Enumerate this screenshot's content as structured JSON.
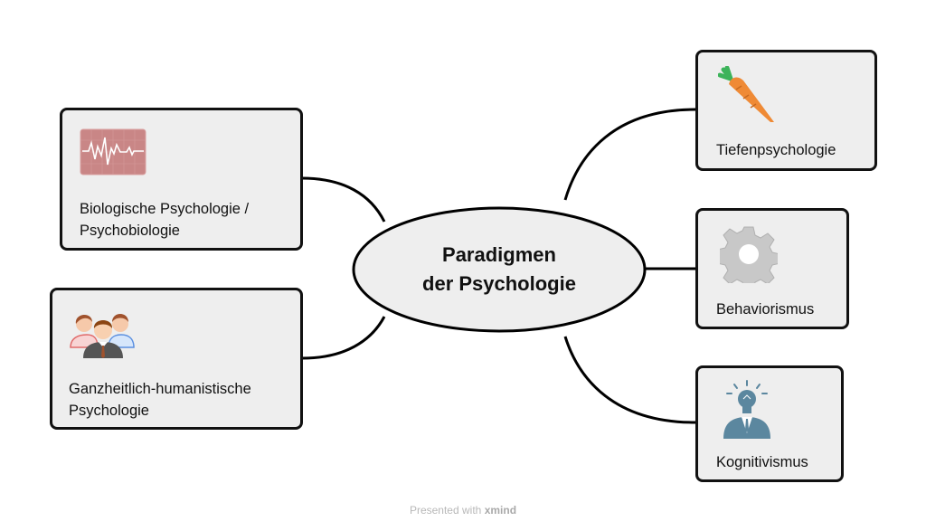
{
  "central_topic": {
    "line1": "Paradigmen",
    "line2": "der Psychologie"
  },
  "topics": [
    {
      "id": "biologische",
      "line1": "Biologische Psychologie /",
      "line2": "Psychobiologie",
      "icon": "heartbeat-monitor-icon"
    },
    {
      "id": "ganzheitlich",
      "line1": "Ganzheitlich-humanistische",
      "line2": "Psychologie",
      "icon": "people-group-icon"
    },
    {
      "id": "tiefen",
      "line1": "Tiefenpsychologie",
      "icon": "carrot-icon"
    },
    {
      "id": "behaviorismus",
      "line1": "Behaviorismus",
      "icon": "gear-icon"
    },
    {
      "id": "kognitivismus",
      "line1": "Kognitivismus",
      "icon": "lightbulb-head-icon"
    }
  ],
  "footer": {
    "prefix": "Presented with",
    "brand": "xmind"
  }
}
